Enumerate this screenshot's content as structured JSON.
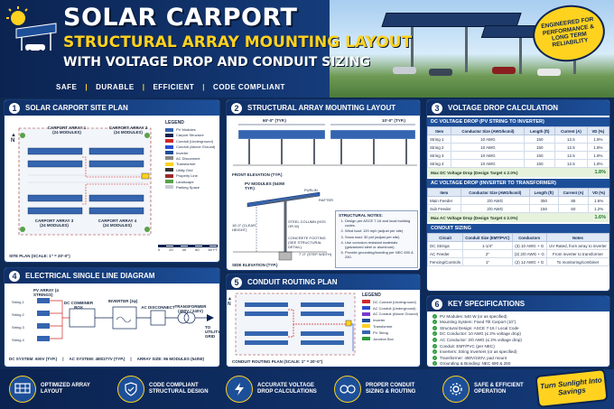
{
  "header": {
    "title": "SOLAR CARPORT",
    "subtitle": "STRUCTURAL ARRAY MOUNTING LAYOUT",
    "subtitle2": "WITH VOLTAGE DROP AND CONDUIT SIZING",
    "tags": [
      "SAFE",
      "DURABLE",
      "EFFICIENT",
      "CODE COMPLIANT"
    ],
    "badge": "ENGINEERED FOR PERFORMANCE & LONG TERM RELIABILITY"
  },
  "site_plan": {
    "number": "1",
    "title": "SOLAR CARPORT SITE PLAN",
    "arrays": [
      {
        "name": "CARPORT ARRAY 1",
        "modules": "(24 MODULES)"
      },
      {
        "name": "CARPORT ARRAY 2",
        "modules": "(24 MODULES)"
      },
      {
        "name": "CARPORT ARRAY 3",
        "modules": "(24 MODULES)"
      },
      {
        "name": "CARPORT ARRAY 4",
        "modules": "(24 MODULES)"
      }
    ],
    "legend_title": "LEGEND",
    "legend": [
      "PV Modules",
      "Carport Structure",
      "Conduit (Underground)",
      "Conduit (Above Ground)",
      "Inverter",
      "AC Disconnect",
      "Transformer",
      "Utility Grid",
      "Property Line",
      "Landscape",
      "Parking Space"
    ],
    "scale_ticks": [
      "0",
      "20",
      "40",
      "60",
      "80 FT"
    ],
    "caption": "SITE PLAN (SCALE: 1\" = 20'-0\")",
    "north": "N"
  },
  "mounting": {
    "number": "2",
    "title": "STRUCTURAL ARRAY MOUNTING LAYOUT",
    "dim_top": "60'-0\" (TYP.)",
    "dim_side": "10'-0\" (TYP.)",
    "front_caption": "FRONT ELEVATION (TYP.)",
    "labels": [
      "PV MODULES (540W TYP.)",
      "PURLIN",
      "RAFTER",
      "16'-0\" (CLEAR HEIGHT)",
      "STEEL COLUMN (HSS OR W)",
      "CONCRETE FOOTING (SEE STRUCTURAL DETAIL)",
      "7'-0\" (STEP WIDTH)"
    ],
    "side_caption": "SIDE ELEVATION (TYP.)",
    "notes_title": "STRUCTURAL NOTES:",
    "notes": [
      "Design per ASCE 7-16 and local building codes.",
      "Wind load: 120 mph (adjust per site)",
      "Snow load: 30 psf (adjust per site)",
      "Use corrosion resistant materials (galvanized steel or aluminum).",
      "Provide grounding/bonding per NEC 690 & 250."
    ]
  },
  "voltage": {
    "number": "3",
    "title": "VOLTAGE DROP CALCULATION",
    "dc_title": "DC VOLTAGE DROP (PV STRING TO INVERTER)",
    "dc_headers": [
      "Item",
      "Conductor Size (AWG/kcmil)",
      "Length (ft)",
      "Current (A)",
      "VD (%)"
    ],
    "dc_rows": [
      [
        "String 1",
        "10 AWG",
        "150",
        "12.5",
        "1.8%"
      ],
      [
        "String 2",
        "10 AWG",
        "150",
        "12.5",
        "1.8%"
      ],
      [
        "String 3",
        "10 AWG",
        "150",
        "12.5",
        "1.8%"
      ],
      [
        "String 4",
        "10 AWG",
        "150",
        "12.5",
        "1.8%"
      ]
    ],
    "dc_max_label": "Max DC Voltage Drop (Design Target ≤ 2.0%)",
    "dc_max": "1.8%",
    "ac_title": "AC VOLTAGE DROP (INVERTER TO TRANSFORMER)",
    "ac_headers": [
      "Item",
      "Conductor Size (AWG/kcmil)",
      "Length (ft)",
      "Current (A)",
      "VD (%)"
    ],
    "ac_rows": [
      [
        "Main Feeder",
        "2/0 AWG",
        "350",
        "85",
        "1.6%"
      ],
      [
        "Sub Feeder",
        "2/0 AWG",
        "150",
        "60",
        "1.2%"
      ]
    ],
    "ac_max_label": "Max AC Voltage Drop (Design Target ≤ 2.0%)",
    "ac_max": "1.6%"
  },
  "conduit": {
    "title": "CONDUIT SIZING",
    "headers": [
      "Circuit",
      "Conduit Size (EMT/PVC)",
      "Conductors",
      "Notes"
    ],
    "rows": [
      [
        "DC Strings",
        "1-1/4\"",
        "(3) 10 AWG + G",
        "UV Rated, from array to inverter"
      ],
      [
        "AC Feeder",
        "2\"",
        "(3) 2/0 AWG + G",
        "From inverter to transformer"
      ],
      [
        "Fencing/Controls",
        "1\"",
        "(2) 12 AWG + G",
        "To monitoring/combiner"
      ]
    ]
  },
  "single_line": {
    "number": "4",
    "title": "ELECTRICAL SINGLE LINE DIAGRAM",
    "pv_label": "PV ARRAY (4 STRINGS)",
    "strings": [
      "String 1",
      "String 2",
      "String 3",
      "String 4"
    ],
    "combiner": "DC COMBINER BOX",
    "inverter": "INVERTER (3φ)",
    "disconnect": "AC DISCONNECT",
    "transformer": "TRANSFORMER (480V / 240V)",
    "grid": "TO UTILITY GRID",
    "footer": [
      "DC SYSTEM: 600V (TYP.)",
      "AC SYSTEM: 480/277V (TYP.)",
      "ARRAY SIZE: 96 MODULES (540W)"
    ]
  },
  "conduit_routing": {
    "number": "5",
    "title": "CONDUIT ROUTING PLAN",
    "legend_title": "LEGEND",
    "legend": [
      "DC Conduit (Underground)",
      "AC Conduit (Underground)",
      "AC Conduit (Above Ground)",
      "Inverter",
      "Transformer",
      "PV String",
      "Junction Box"
    ],
    "caption": "CONDUIT ROUTING PLAN (SCALE: 1\" = 20'-0\")",
    "north": "N"
  },
  "specs": {
    "number": "6",
    "title": "KEY SPECIFICATIONS",
    "items": [
      "PV Modules: 540 W (or as specified)",
      "Mounting System: Fixed Tilt Carport (10°)",
      "Structural Design: ASCE 7-16 / Local Code",
      "DC Conductor: 10 AWG (≤ 2% voltage drop)",
      "AC Conductor: 2/0 AWG (≤ 2% voltage drop)",
      "Conduit: EMT/PVC (per NEC)",
      "Inverters: String Inverters (or as specified)",
      "Transformer: 480V/240V, pad mount",
      "Grounding & Bonding: NEC 690 & 250"
    ]
  },
  "footer": {
    "items": [
      "OPTIMIZED ARRAY LAYOUT",
      "CODE COMPLIANT STRUCTURAL DESIGN",
      "ACCURATE VOLTAGE DROP CALCULATIONS",
      "PROPER CONDUIT SIZING & ROUTING",
      "SAFE & EFFICIENT OPERATION"
    ],
    "slogan": "Turn Sunlight Into Savings"
  },
  "colors": {
    "navy": "#0b2350",
    "accent": "#ffd21f",
    "panel_blue": "#1d4f99",
    "ok_green": "#2b9a3a"
  }
}
